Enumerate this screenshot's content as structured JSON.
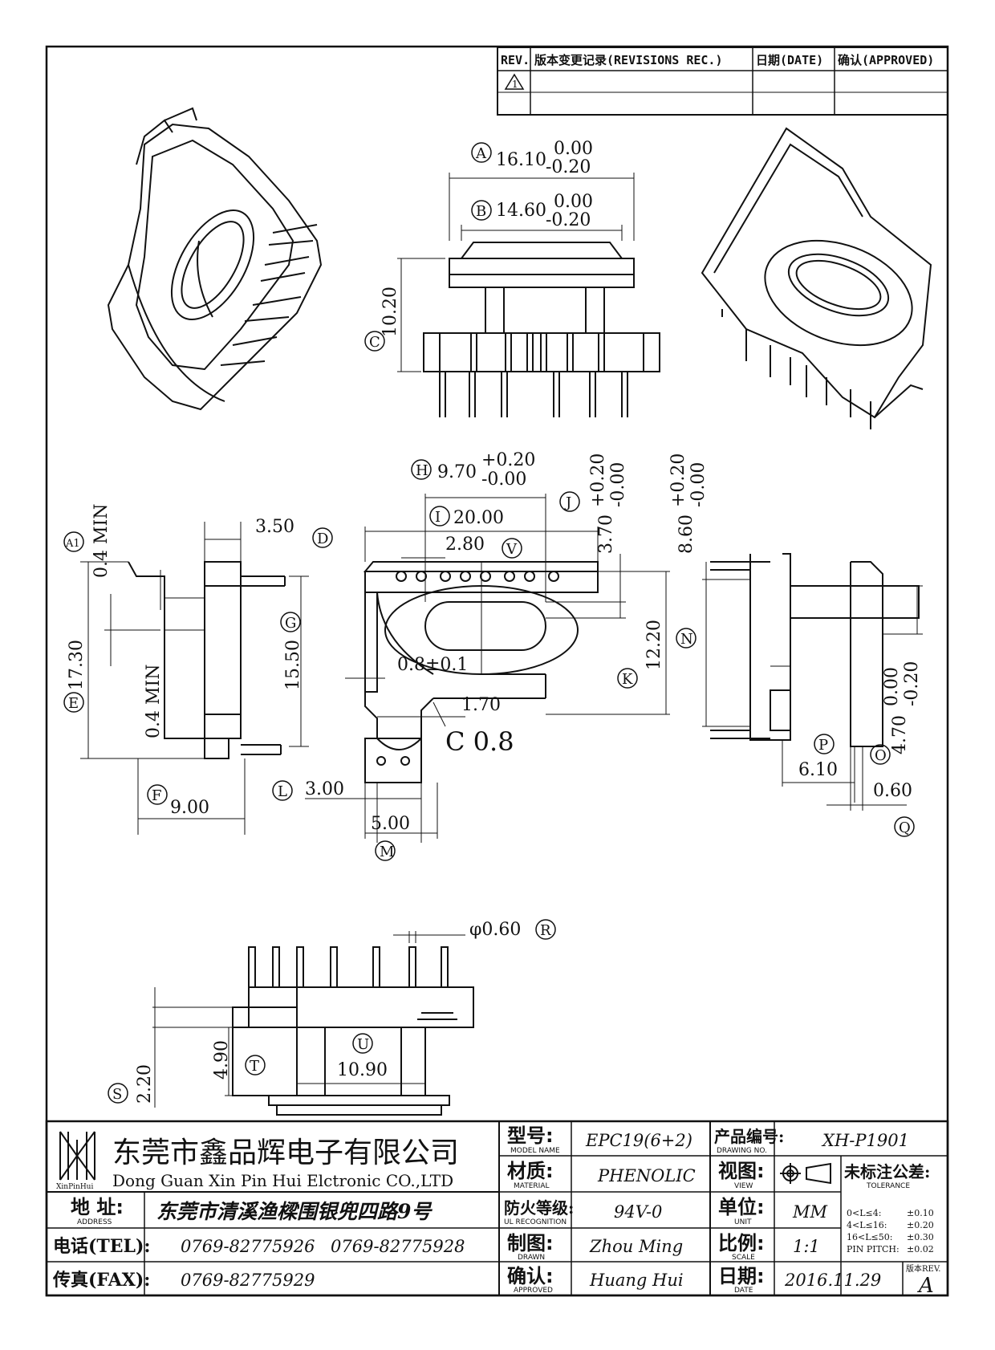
{
  "revisions": {
    "headers": {
      "rev": "REV.",
      "record": "版本变更记录(REVISIONS REC.)",
      "date": "日期(DATE)",
      "approved": "确认(APPROVED)"
    },
    "rows": [
      {
        "rev": "1"
      }
    ]
  },
  "dimensions": {
    "A": {
      "letter": "A",
      "nominal": "16.10",
      "upper": "0.00",
      "lower": "-0.20"
    },
    "B": {
      "letter": "B",
      "nominal": "14.60",
      "upper": "0.00",
      "lower": "-0.20"
    },
    "C": {
      "letter": "C",
      "value": "10.20"
    },
    "H": {
      "letter": "H",
      "nominal": "9.70",
      "upper": "+0.20",
      "lower": "-0.00"
    },
    "I": {
      "letter": "I",
      "value": "20.00"
    },
    "J": {
      "letter": "J",
      "nominal": "3.70",
      "upper": "+0.20",
      "lower": "-0.00"
    },
    "V": {
      "letter": "V",
      "value": "2.80"
    },
    "K": {
      "letter": "K",
      "value": "12.20"
    },
    "chamfer": "C 0.8",
    "slot": "0.8±0.1",
    "offset": "1.70",
    "L": {
      "letter": "L",
      "value": "3.00"
    },
    "M": {
      "letter": "M",
      "value": "5.00"
    },
    "N": {
      "letter": "N",
      "nominal": "8.60",
      "upper": "+0.20",
      "lower": "-0.00"
    },
    "O": {
      "letter": "O",
      "nominal": "4.70",
      "upper": "0.00",
      "lower": "-0.20"
    },
    "P": {
      "letter": "P",
      "value": "6.10"
    },
    "Q": {
      "letter": "Q",
      "value": "0.60"
    },
    "D": {
      "letter": "D",
      "value": "3.50"
    },
    "A1": {
      "letter": "A1",
      "value": "0.4 MIN"
    },
    "G": {
      "letter": "G",
      "value": "15.50"
    },
    "E": {
      "letter": "E",
      "value": "17.30"
    },
    "min2": "0.4 MIN",
    "F": {
      "letter": "F",
      "value": "9.00"
    },
    "R": {
      "letter": "R",
      "value": "φ0.60"
    },
    "S": {
      "letter": "S",
      "value": "2.20"
    },
    "T": {
      "letter": "T",
      "value": "4.90"
    },
    "U": {
      "letter": "U",
      "value": "10.90"
    }
  },
  "title_block": {
    "company_cn": "东莞市鑫品辉电子有限公司",
    "company_en": "Dong Guan Xin Pin Hui Elctronic CO.,LTD",
    "logo_text": "XinPinHui",
    "address_label": "地 址:",
    "address_label_en": "ADDRESS",
    "address": "东莞市清溪渔樑围银兜四路9号",
    "tel_label": "电话(TEL):",
    "tel1": "0769-82775926",
    "tel2": "0769-82775928",
    "fax_label": "传真(FAX):",
    "fax": "0769-82775929",
    "model_label": "型号:",
    "model_label_en": "MODEL NAME",
    "model": "EPC19(6+2)",
    "material_label": "材质:",
    "material_label_en": "MATERIAL",
    "material": "PHENOLIC",
    "ul_label": "防火等级:",
    "ul_label_en": "UL RECOGNITION",
    "ul": "94V-0",
    "drawn_label": "制图:",
    "drawn_label_en": "DRAWN",
    "drawn": "Zhou Ming",
    "approved_label": "确认:",
    "approved_label_en": "APPROVED",
    "approved": "Huang Hui",
    "drawing_no_label": "产品编号:",
    "drawing_no_label_en": "DRAWING NO.",
    "drawing_no": "XH-P1901",
    "view_label": "视图:",
    "view_label_en": "VIEW",
    "unit_label": "单位:",
    "unit_label_en": "UNIT",
    "unit": "MM",
    "scale_label": "比例:",
    "scale_label_en": "SCALE",
    "scale": "1:1",
    "date_label": "日期:",
    "date_label_en": "DATE",
    "date": "2016.11.29",
    "tolerance_label": "未标注公差:",
    "tolerance_label_en": "TOLERANCE",
    "tolerances": [
      {
        "range": "0<L≤4:",
        "value": "±0.10"
      },
      {
        "range": "4<L≤16:",
        "value": "±0.20"
      },
      {
        "range": "16<L≤50:",
        "value": "±0.30"
      },
      {
        "range": "PIN PITCH:",
        "value": "±0.02"
      }
    ],
    "rev_label": "版本REV.",
    "rev": "A"
  }
}
